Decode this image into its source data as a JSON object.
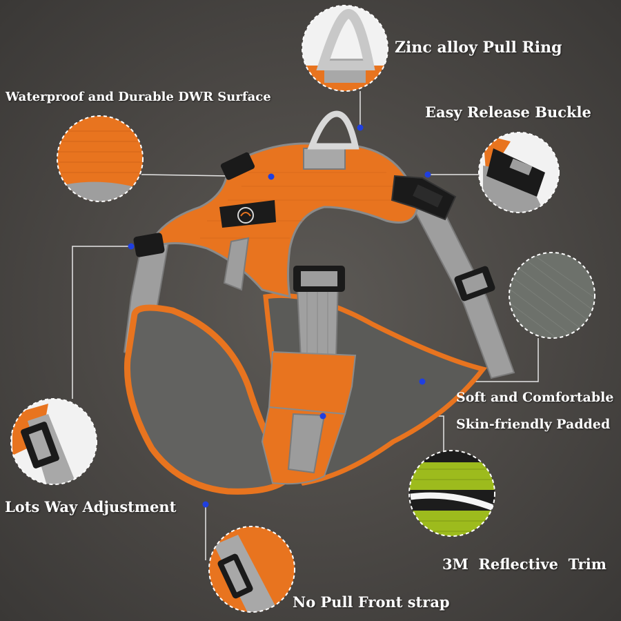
{
  "features": [
    {
      "label": "Zinc alloy Pull Ring"
    },
    {
      "label": "Waterproof and Durable DWR Surface"
    },
    {
      "label": "Easy Release Buckle"
    },
    {
      "label": "Soft and Comfortable"
    },
    {
      "label": "Skin-friendly Padded"
    },
    {
      "label": "Lots Way Adjustment"
    },
    {
      "label": "3M  Reflective  Trim"
    },
    {
      "label": "No Pull Front strap"
    }
  ],
  "logo_text": "",
  "colors": {
    "orange": "#e8741f",
    "gray_strap": "#a9a9a9",
    "dark_pad": "#5a5a58",
    "buckle": "#1a1a1a",
    "dot": "#1f3fe0",
    "reflective_green": "#b6d128"
  }
}
